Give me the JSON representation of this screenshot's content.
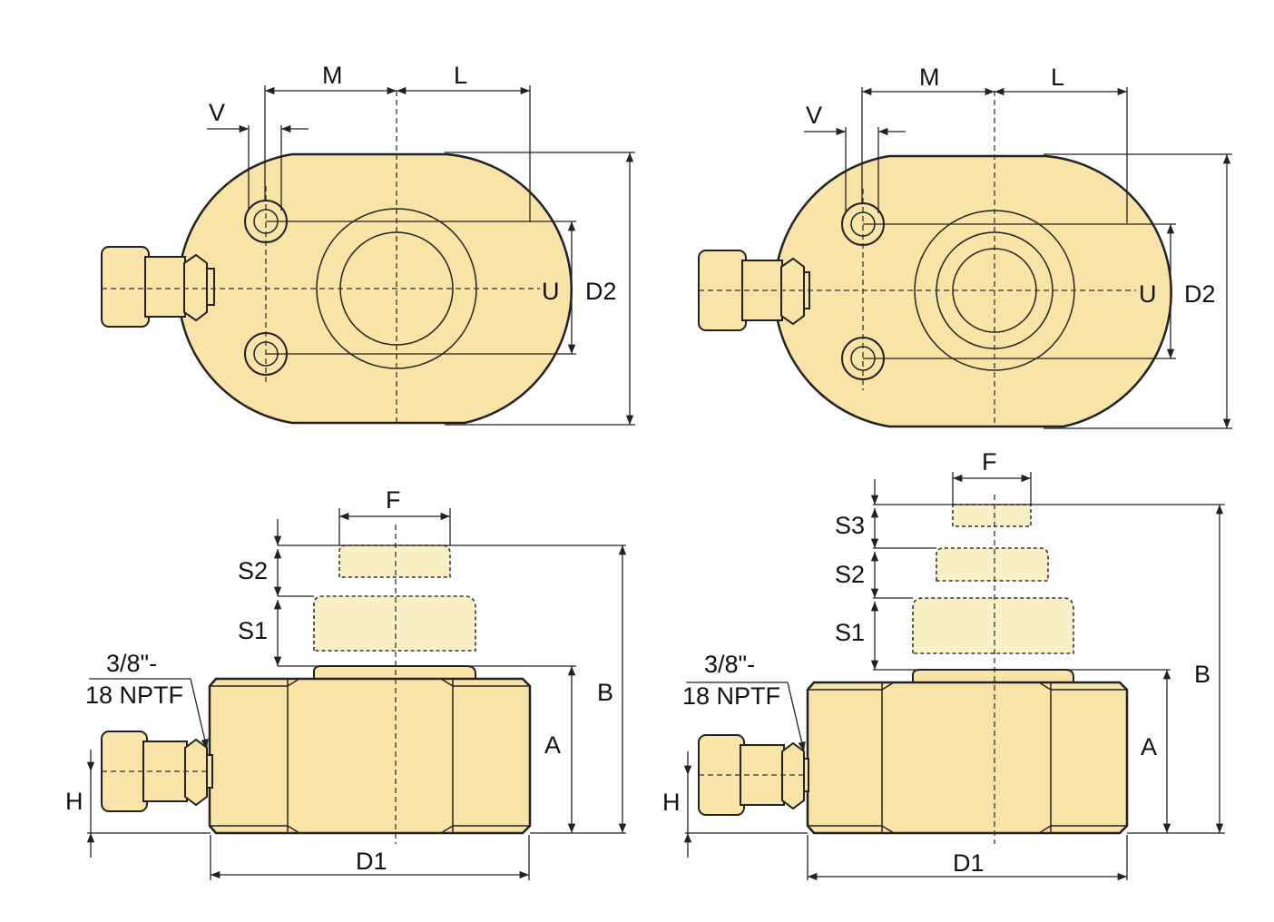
{
  "labels": {
    "M": "M",
    "L": "L",
    "V": "V",
    "U": "U",
    "D2": "D2",
    "F": "F",
    "S1": "S1",
    "S2": "S2",
    "S3": "S3",
    "B": "B",
    "A": "A",
    "H": "H",
    "D1": "D1",
    "port_line1": "3/8\"-",
    "port_line2": "18 NPTF"
  },
  "colors": {
    "body": "#f7e4a6",
    "outline": "#222222"
  }
}
